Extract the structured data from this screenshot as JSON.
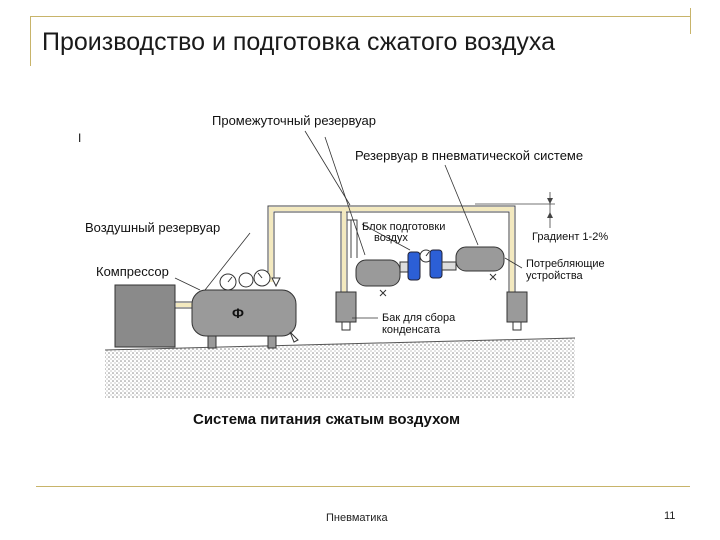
{
  "slide": {
    "title": "Производство и подготовка сжатого воздуха",
    "footer": "Пневматика",
    "page_number": "11"
  },
  "diagram": {
    "labels": {
      "intermediate_tank": "Промежуточный резервуар",
      "system_tank": "Резервуар в пневматической системе",
      "air_tank": "Воздушный резервуар",
      "prep_unit_1": "Блок подготовки",
      "prep_unit_2": "воздух",
      "gradient": "Градиент 1-2%",
      "compressor": "Компрессор",
      "consumers_1": "Потребляющие",
      "consumers_2": "устройства",
      "condensate_1": "Бак для сбора",
      "condensate_2": "конденсата",
      "caption": "Система питания сжатым воздухом",
      "marker": "I"
    }
  }
}
